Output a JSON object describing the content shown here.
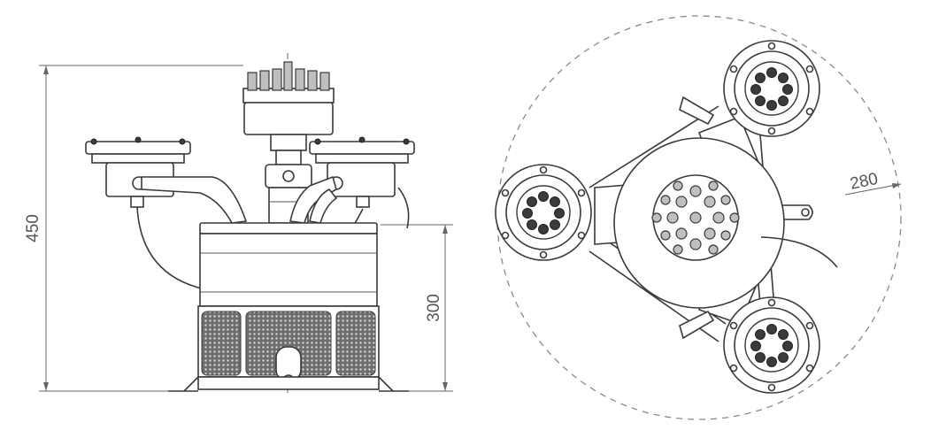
{
  "dimensions": {
    "total_height_label": "450",
    "base_height_label": "300",
    "radius_label": "280"
  }
}
